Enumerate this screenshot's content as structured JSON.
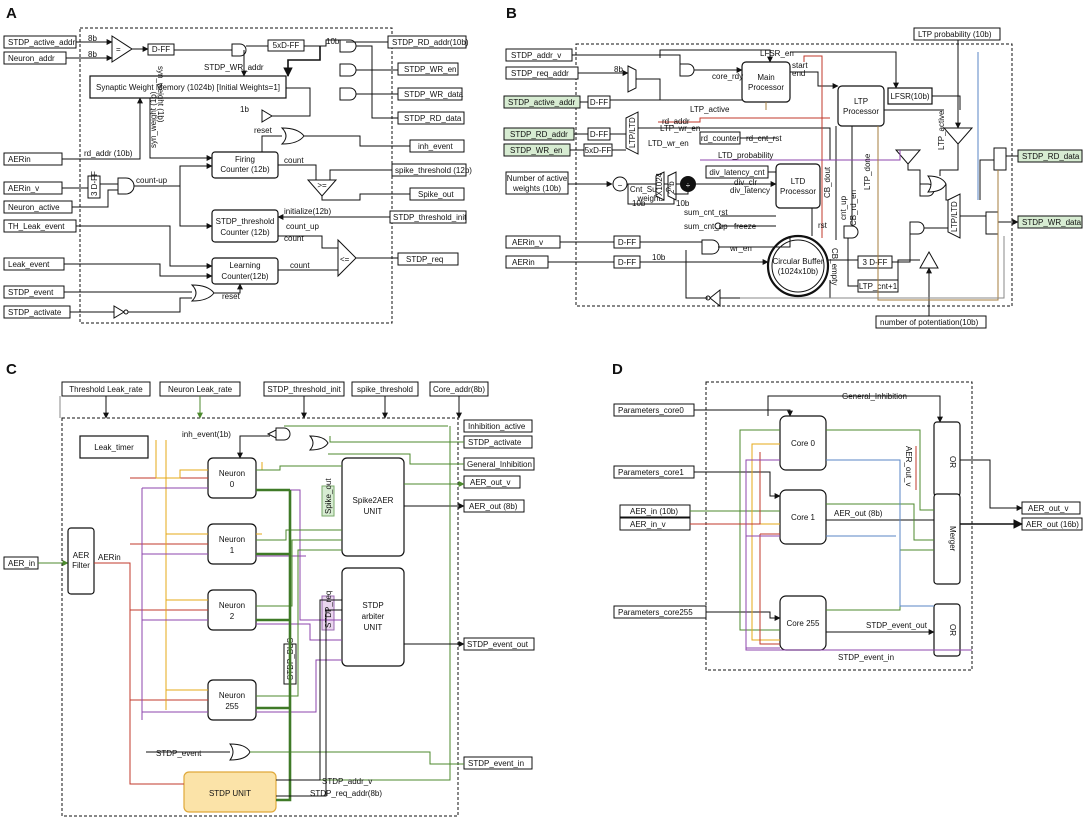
{
  "panel_labels": [
    "A",
    "B",
    "C",
    "D"
  ],
  "panelA": {
    "inputs": [
      "STDP_active_addr",
      "Neuron_addr",
      "AERin",
      "AERin_v",
      "Neuron_active",
      "TH_Leak_event",
      "Leak_event",
      "STDP_event",
      "STDP_activate"
    ],
    "outputs": [
      "STDP_RD_addr(10b)",
      "STDP_WR_en",
      "STDP_WR_data",
      "STDP_RD_data",
      "inh_event",
      "spike_threshold (12b)",
      "Spike_out",
      "STDP_threshold_init",
      "STDP_req"
    ],
    "memory": "Synaptic Weight Memory (1024b) [Initial Weights=1]",
    "blocks": {
      "dff": "D-FF",
      "dff5": "5xD-FF",
      "dff3": "3 D-FF",
      "firing": [
        "Firing",
        "Counter (12b)"
      ],
      "threshold": [
        "STDP_threshold",
        "Counter (12b)"
      ],
      "learning": [
        "Learning",
        "Counter(12b)"
      ]
    },
    "labels": {
      "b8a": "8b",
      "b8b": "8b",
      "b10": "10b",
      "b1": "1b",
      "wr_addr": "STDP_WR_addr",
      "rd_addr": "rd_addr (10b)",
      "syn_weight": "syn_weight (1b)",
      "reset1": "reset",
      "reset2": "reset",
      "count_up1": "count-up",
      "count_up2": "count_up",
      "count1": "count",
      "count2": "count",
      "count3": "count",
      "init": "initialize(12b)",
      "ge": ">=",
      "le": "<=",
      "eq": "="
    }
  },
  "panelB": {
    "inputs_plain": [
      "STDP_addr_v",
      "STDP_req_addr",
      "AERin_v",
      "AERin"
    ],
    "inputs_green": [
      "STDP_active_addr",
      "STDP_RD_addr",
      "STDP_WR_en"
    ],
    "outputs_green": [
      "STDP_RD_data",
      "STDP_WR_data"
    ],
    "top_inputs": [
      "LTP probability (10b)",
      "number of potentiation(10b)"
    ],
    "weights_box": [
      "Number of active",
      "weights (10b)"
    ],
    "blocks": {
      "main": [
        "Main",
        "Processor"
      ],
      "ltp": [
        "LTP",
        "Processor"
      ],
      "ltd": [
        "LTD",
        "Processor"
      ],
      "lfsr": "LFSR(10b)",
      "rd_counter": "rd_counter",
      "div_latency": "div_latency_cnt",
      "cnt_sum": [
        "Cnt_Sum of",
        "weights"
      ],
      "circ": [
        "Circular Buffer",
        "(1024x10b)"
      ],
      "dff": "D-FF",
      "dff3": "3 D-FF",
      "dff5": "5xD-FF",
      "ltp_cnt": "LTP_cnt+1",
      "ltp_ltd1": "LTP/LTD",
      "ltp_ltd2": "LTP/LTD",
      "x1024": "X1024",
      "b2": "2^b"
    },
    "labels": {
      "b8": "8b",
      "b10a": "10b",
      "b10b": "10b",
      "b10c": "10b",
      "lfsr_en": "LFSR_en",
      "start": "start",
      "end": "end",
      "core_rdy": "core_rdy",
      "ltp_active": "LTP_active",
      "ltp_active2": "LTP_active",
      "rd_addr": "rd_addr",
      "ltp_wr_en": "LTP_wr_en",
      "ltd_wr_en": "LTD_wr_en",
      "rd_cnt_rst": "rd_cnt_rst",
      "ltd_prob": "LTD_probability",
      "div_clr": "div_clr",
      "div_lat": "div_latency",
      "sum_cnt_rst": "sum_cnt_rst",
      "sum_cnt_up": "sum_cnt_up",
      "freeze": "freeze",
      "cb_dout": "CB_dout",
      "rst": "rst",
      "wr_en": "wr_en",
      "cnt_up": "cnt_up",
      "cb_rd_en": "CB_rd_en",
      "ltp_done": "LTP_done",
      "cb_empty": "CB_empty",
      "minus": "−",
      "div": "÷"
    }
  },
  "panelC": {
    "top_inputs": [
      "Threshold Leak_rate",
      "Neuron Leak_rate",
      "STDP_threshold_init",
      "spike_threshold",
      "Core_addr(8b)"
    ],
    "right_inputs": [
      "Inhibition_active",
      "STDP_activate",
      "General_Inhibition"
    ],
    "outputs": [
      "AER_out_v",
      "AER_out (8b)",
      "STDP_event_out",
      "STDP_event_in"
    ],
    "input_left": "AER_in",
    "blocks": {
      "leak": "Leak_timer",
      "aer_filter": [
        "AER",
        "Filter"
      ],
      "neurons": [
        [
          "Neuron",
          "0"
        ],
        [
          "Neuron",
          "1"
        ],
        [
          "Neuron",
          "2"
        ],
        [
          "Neuron",
          "255"
        ]
      ],
      "spike2aer": [
        "Spike2AER",
        "UNIT"
      ],
      "arbiter": [
        "STDP",
        "arbiter",
        "UNIT"
      ],
      "stdp_unit": "STDP UNIT"
    },
    "labels": {
      "inh_event": "inh_event(1b)",
      "aerin": "AERin",
      "spike_out": "Spike_out",
      "stdp_req": "STDP_req",
      "stdp_bus": "STDP_BUS",
      "stdp_event": "STDP_event",
      "stdp_addr_v": "STDP_addr_v",
      "stdp_req_addr": "STDP_req_addr(8b)"
    }
  },
  "panelD": {
    "inputs": [
      "Parameters_core0",
      "Parameters_core1",
      "AER_in (10b)",
      "AER_in_v",
      "Parameters_core255"
    ],
    "outputs": [
      "AER_out_v",
      "AER_out (16b)"
    ],
    "blocks": {
      "core0": "Core 0",
      "core1": "Core 1",
      "core255": "Core 255",
      "or1": "OR",
      "merger": "Merger",
      "or2": "OR"
    },
    "labels": {
      "general_inh": "General_Inhibition",
      "aer_out_v": "AER_out_v",
      "aer_out": "AER_out (8b)",
      "stdp_event_out": "STDP_event_out",
      "stdp_event_in": "STDP_event_in"
    }
  }
}
